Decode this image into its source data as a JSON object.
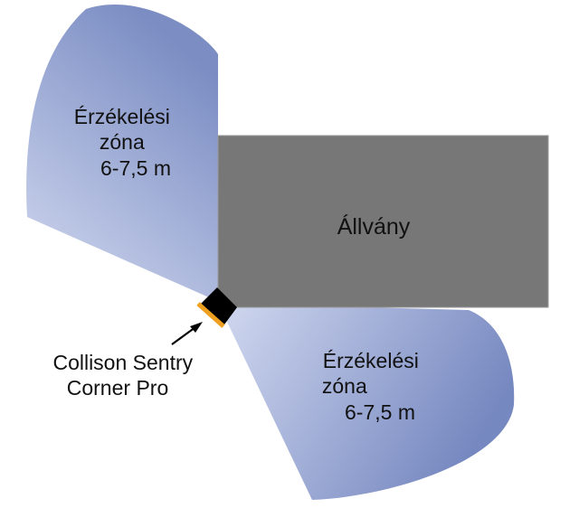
{
  "colors": {
    "zone_light": "#ccd4ee",
    "zone_dark": "#7d8fc4",
    "rack": "#777777",
    "rack_edge": "#9a9a9a",
    "sensor": "#000000",
    "sensor_accent": "#f0a020"
  },
  "zone_upper": {
    "line1": "Érzékelési",
    "line2": "zóna",
    "line3": "6-7,5 m"
  },
  "zone_lower": {
    "line1": "Érzékelési",
    "line2": "zóna",
    "line3": "6-7,5 m"
  },
  "rack": {
    "label": "Állvány"
  },
  "device": {
    "line1": "Collison Sentry",
    "line2": "Corner Pro"
  }
}
